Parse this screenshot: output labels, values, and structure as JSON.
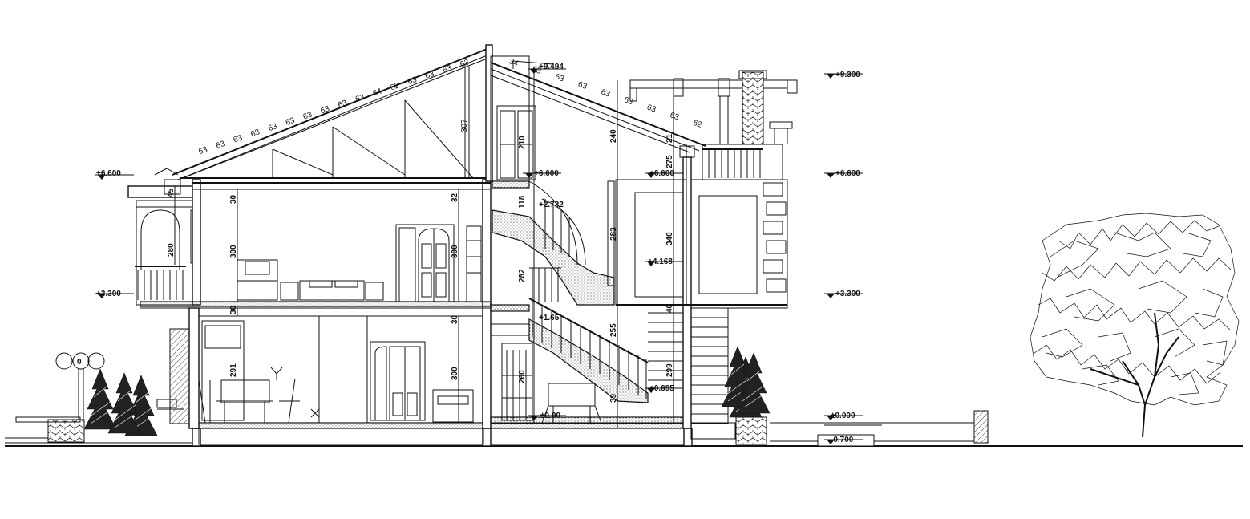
{
  "elevations": {
    "ridge": "+9.494",
    "top": "+9.300",
    "roof_left": "+6.600",
    "stair_landing": "+6.600",
    "mid_floor": "+6.600",
    "roof_right": "+6.600",
    "floor1_left": "+3.300",
    "floor1_right": "+3.300",
    "landing_4": "+4.168",
    "landing_2": "+2.732",
    "landing_1": "+1.65",
    "step": "+0.695",
    "ground_zero": "±0.000",
    "ground_stair": "±0.00",
    "outside": "-0.700"
  },
  "dimensions": {
    "roof_height": "307",
    "parapet": "45",
    "upper_wall_top": "30",
    "upper_room": "300",
    "upper_arch": "280",
    "upper_mid_top": "32",
    "upper_mid": "300",
    "upper_slab_left": "30",
    "lower_room": "291",
    "lower_mid_top": "30",
    "lower_mid": "300",
    "stair_door": "210",
    "stair_run1": "118",
    "stair_run2": "282",
    "stair_door2": "260",
    "right_room_upper": "240",
    "right_room_upper2": "283",
    "right_col_top": "275",
    "right_col_low": "21",
    "right_wall": "340",
    "right_slab": "40",
    "right_lower": "299",
    "right_lower2": "255",
    "right_lower3": "39"
  },
  "roof_left_spacings": [
    "63",
    "63",
    "63",
    "63",
    "63",
    "63",
    "63",
    "63",
    "63",
    "63",
    "64",
    "62",
    "63",
    "63",
    "63",
    "63"
  ],
  "roof_right_spacings": [
    "34",
    "63",
    "63",
    "63",
    "63",
    "63",
    "63",
    "63",
    "62"
  ]
}
